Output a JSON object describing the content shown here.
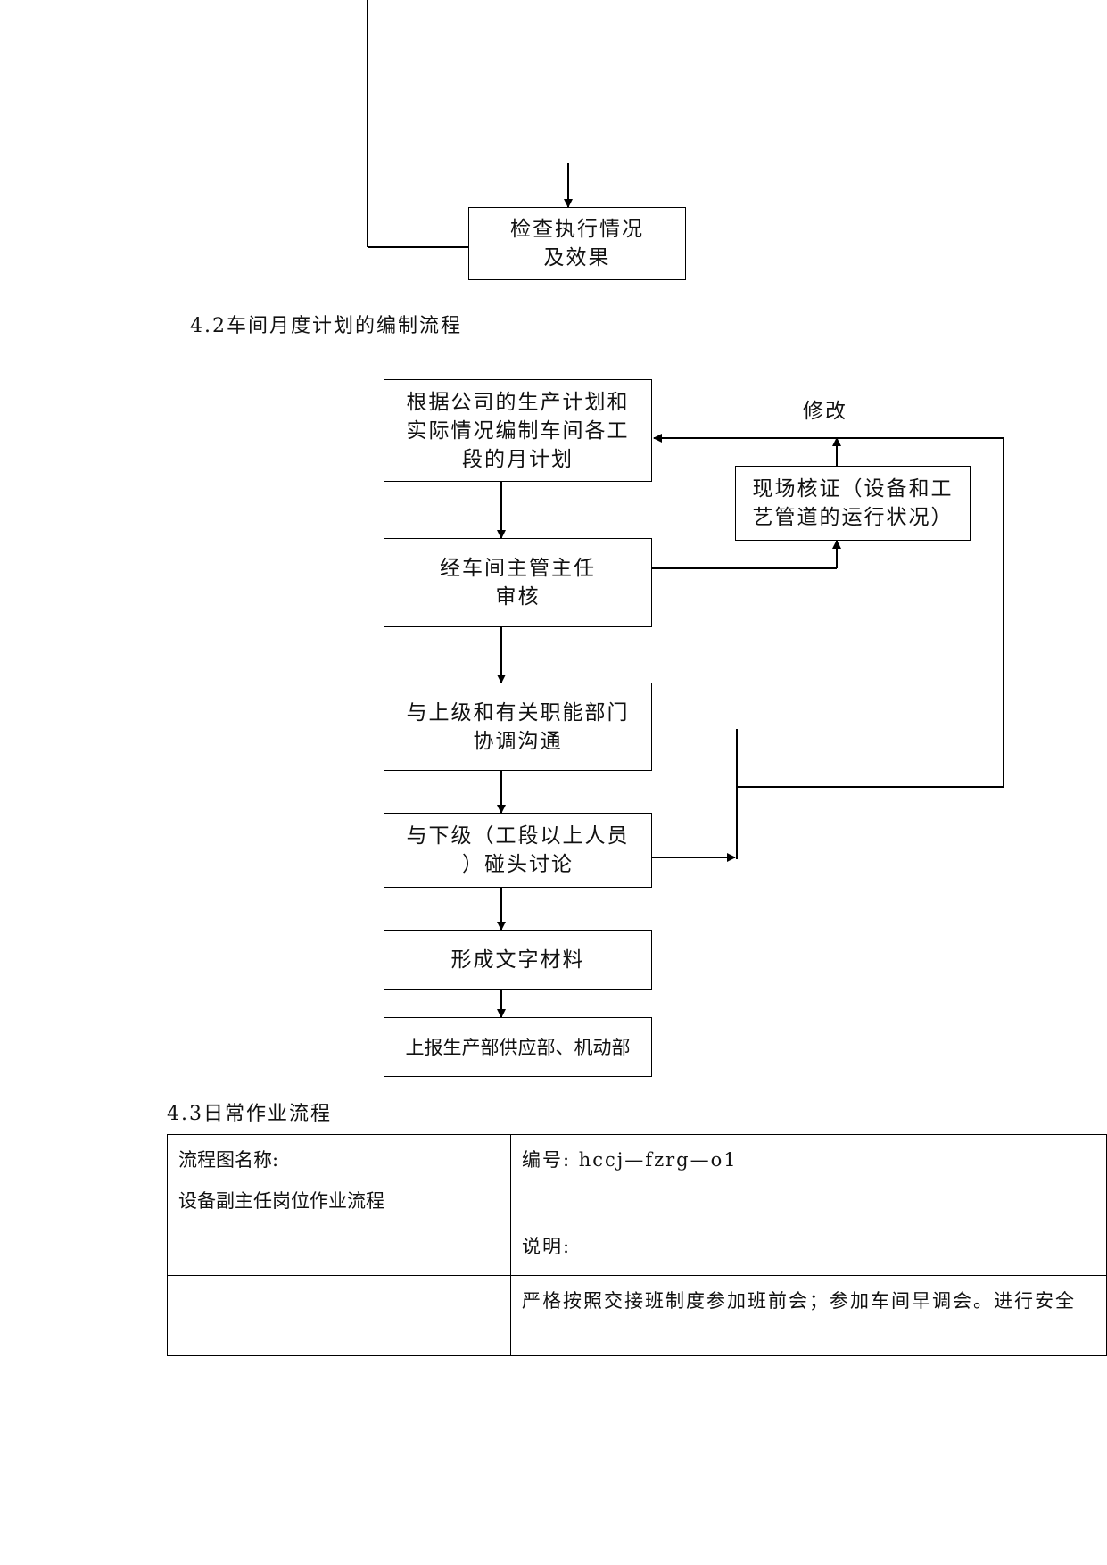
{
  "top_section": {
    "check_box": [
      "检查执行情况",
      "及效果"
    ]
  },
  "section_4_2": {
    "heading": "4.2车间月度计划的编制流程",
    "boxes": {
      "compile": [
        "根据公司的生产计划和",
        "实际情况编制车间各工",
        "段的月计划"
      ],
      "review": [
        "经车间主管主任",
        "审核"
      ],
      "coordinate": [
        "与上级和有关职能部门",
        "协调沟通"
      ],
      "discuss": [
        "与下级（工段以上人员",
        "）碰头讨论"
      ],
      "document": [
        "形成文字材料"
      ],
      "submit": [
        "上报生产部供应部、机动部"
      ],
      "verify": [
        "现场核证（设备和工",
        "艺管道的运行状况）"
      ]
    },
    "modify_label": "修改"
  },
  "section_4_3": {
    "heading": "4.3日常作业流程",
    "table": {
      "name_label": "流程图名称:",
      "name_value": "设备副主任岗位作业流程",
      "code": "编号: hccj—fzrg—o1",
      "desc_label": "说明:",
      "desc_text": "严格按照交接班制度参加班前会；参加车间早调会。进行安全"
    }
  }
}
